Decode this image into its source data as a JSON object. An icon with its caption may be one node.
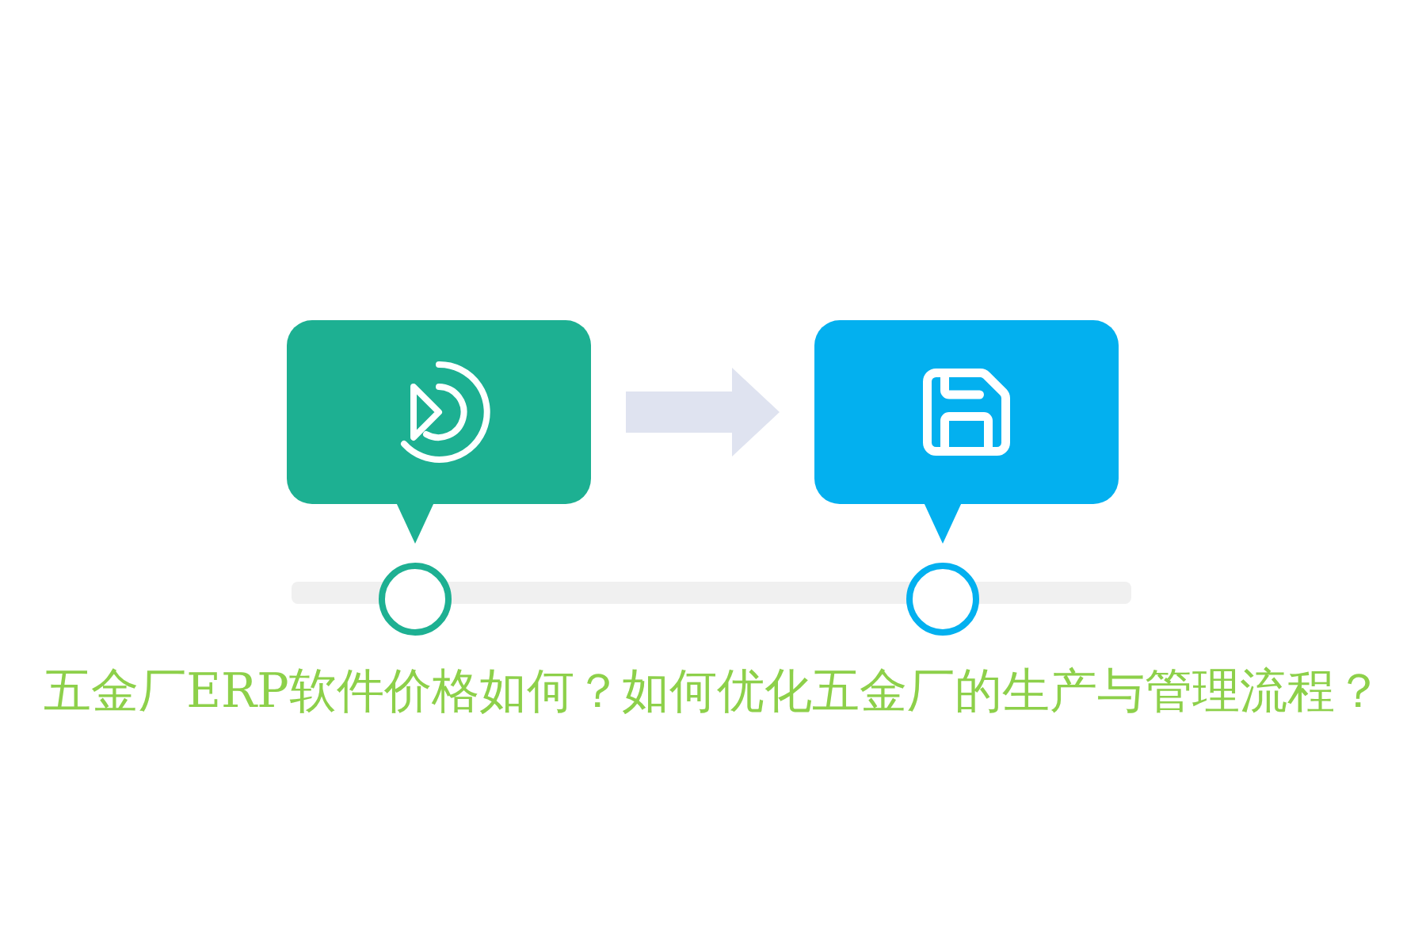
{
  "diagram": {
    "title": "五金厂ERP软件价格如何？如何优化五金厂的生产与管理流程？",
    "nodes": [
      {
        "text": [],
        "shape": "box"
      },
      {
        "text": [],
        "shape": "box"
      }
    ],
    "edges": [
      {
        "from": 0,
        "to": 1,
        "arrow": "to",
        "style": "thick"
      }
    ]
  }
}
